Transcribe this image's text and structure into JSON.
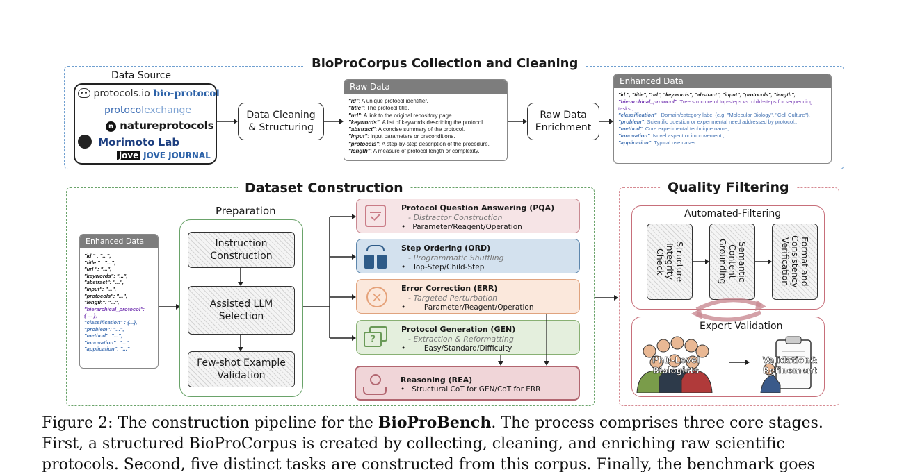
{
  "collection": {
    "title": "BioProCorpus Collection and Cleaning",
    "data_source": {
      "label": "Data Source",
      "logos": [
        "protocols.io",
        "bio-protocol",
        "protocol",
        "exchange",
        "nature",
        "protocols",
        "Morimoto Lab",
        "jove",
        "JOVE JOURNAL"
      ]
    },
    "cleaning_step": [
      "Data Cleaning",
      "& Structuring"
    ],
    "raw_data": {
      "header": "Raw Data",
      "fields": [
        {
          "key": "\"id\"",
          "text": ": A unique protocol identifier."
        },
        {
          "key": "\"title\"",
          "text": ": The protocol title."
        },
        {
          "key": "\"url\"",
          "text": ": A link to the original repository page."
        },
        {
          "key": "\"keywords\"",
          "text": ": A list of keywords describing the protocol."
        },
        {
          "key": "\"abstract\"",
          "text": ": A concise summary of the protocol."
        },
        {
          "key": "\"input\"",
          "text": ": Input parameters or preconditions."
        },
        {
          "key": "\"protocols\"",
          "text": ": A step-by-step description of the procedure."
        },
        {
          "key": "\"length\"",
          "text": ": A measure of protocol length or complexity."
        }
      ]
    },
    "enrichment_step": [
      "Raw Data",
      "Enrichment"
    ],
    "enhanced_data": {
      "header": "Enhanced Data",
      "first_line": "\"id \", \"title\", \"url\", \"keywords\", \"abstract\", \"input\", \"protocols\", \"length\",",
      "hierarchical": {
        "key": "\"hierarchical_protocol\"",
        "text": ": Tree structure of top-steps vs. child-steps for sequencing tasks.,"
      },
      "fields": [
        {
          "key": "\"classification\"",
          "text": " : Domain/category label (e.g. \"Molecular Biology\", \"Cell Culture\"),"
        },
        {
          "key": "\"problem\"",
          "text": ": Scientific question or experimental need addressed by protocol.,"
        },
        {
          "key": "\"method\"",
          "text": ": Core experimental technique name,"
        },
        {
          "key": "\"innovation\"",
          "text": ": Novel aspect or improvement ,"
        },
        {
          "key": "\"application\"",
          "text": ": Typical use cases"
        }
      ]
    }
  },
  "construction": {
    "title": "Dataset Construction",
    "enhanced_data": {
      "header": "Enhanced Data",
      "lines": [
        "\"id \" : \"...\",",
        "\"title \" : \"...\",",
        "\"url \": \"...\",",
        "\"keywords\": \"...\",",
        "\"abstract\": \"...\",",
        "\"input\": \"...\",",
        "\"protocols\": \"...\",",
        "\"length\": \"...\","
      ],
      "purple_lines": [
        "\"hierarchical_protocol\":",
        "{ ... },"
      ],
      "blue_lines": [
        "\"classification\" : {...},",
        "\"problem\": \"...\",",
        "\"method\": \"...\",",
        "\"innovation\": \"...\",",
        "\"application\": \"...\""
      ]
    },
    "preparation": {
      "label": "Preparation",
      "steps": [
        [
          "Instruction",
          "Construction"
        ],
        [
          "Assisted LLM",
          "Selection"
        ],
        [
          "Few-shot Example",
          "Validation"
        ]
      ]
    },
    "tasks": [
      {
        "title": "Protocol Question Answering (PQA)",
        "sub": "- Distractor Construction",
        "bullet": "Parameter/Reagent/Operation"
      },
      {
        "title": "Step Ordering (ORD)",
        "sub": "- Programmatic Shuffling",
        "bullet": "Top-Step/Child-Step"
      },
      {
        "title": "Error Correction (ERR)",
        "sub": "- Targeted Perturbation",
        "bullet": "Parameter/Reagent/Operation"
      },
      {
        "title": "Protocol Generation (GEN)",
        "sub": "- Extraction & Reformatting",
        "bullet": "Easy/Standard/Difficulty"
      },
      {
        "title": "Reasoning (REA)",
        "sub": "",
        "bullet": "Structural CoT for GEN/CoT for ERR"
      }
    ],
    "colors": {
      "pqa": "#f6e4e6",
      "pqa_border": "#c98a92",
      "ord": "#d3e1ee",
      "ord_border": "#5e87ad",
      "err": "#fbe8dc",
      "err_border": "#e0a37e",
      "gen": "#e4efdd",
      "gen_border": "#88b073",
      "rea": "#f0d5d8",
      "rea_border": "#b26670"
    }
  },
  "quality": {
    "title": "Quality Filtering",
    "automated": {
      "label": "Automated-Filtering",
      "checks": [
        [
          "Structure",
          "Integrity",
          "Check"
        ],
        [
          "Semantic",
          "Content",
          "Grounding"
        ],
        [
          "Format and",
          "Consistency",
          "Verification"
        ]
      ]
    },
    "expert": {
      "label": "Expert Validation",
      "group_label": [
        "PhD-Level",
        "Biologists"
      ],
      "result_label": [
        "Validation&",
        "Refinement"
      ]
    }
  },
  "caption": {
    "figure": "Figure 2:",
    "before_bold": " The construction pipeline for the ",
    "bold": "BioProBench",
    "after_bold": ". The process comprises three core stages.",
    "line2": "First, a structured BioProCorpus is created by collecting, cleaning, and enriching raw scientific",
    "line3": "protocols. Second, five distinct tasks are constructed from this corpus. Finally, the benchmark goes"
  }
}
